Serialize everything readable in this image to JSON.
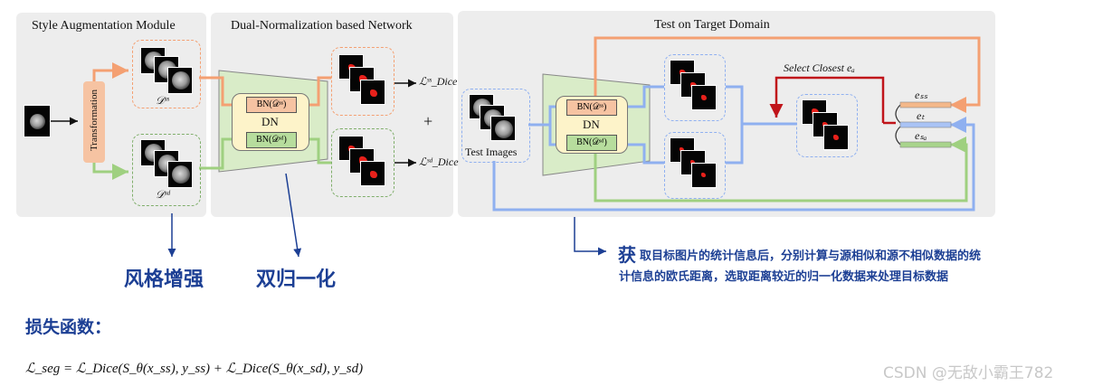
{
  "panels": {
    "style_aug_title": "Style Augmentation Module",
    "dual_norm_title": "Dual-Normalization based Network",
    "target_title": "Test on Target Domain"
  },
  "style_aug": {
    "transformation_label": "Transformation",
    "dss_label": "𝒟ˢˢ",
    "dsd_label": "𝒟ˢᵈ"
  },
  "network": {
    "bn_ss": "BN(𝒟ˢˢ)",
    "bn_sd": "BN(𝒟ˢᵈ)",
    "dn_label": "DN",
    "loss_ss": "ℒˢˢ_Dice",
    "loss_sd": "ℒˢᵈ_Dice",
    "plus": "+"
  },
  "target": {
    "test_images_label": "Test Images",
    "bn_ss": "BN(𝒟ˢˢ)",
    "bn_sd": "BN(𝒟ˢᵈ)",
    "dn_label": "DN",
    "select_closest": "Select Closest eₐ",
    "e_ss": "eₛₛ",
    "e_t": "eₜ",
    "e_sd": "eₛₐ"
  },
  "annotations": {
    "style_aug_cn": "风格增强",
    "dual_norm_cn": "双归一化",
    "explain_big_char": "获",
    "explain_line1": "取目标图片的统计信息后，分别计算与源相似和源不相似数据的统",
    "explain_line2": "计信息的欧氏距离，选取距离较近的归一化数据来处理目标数据",
    "loss_heading": "损失函数：",
    "loss_formula": "ℒ_seg = ℒ_Dice(S_θ(x_ss), y_ss) + ℒ_Dice(S_θ(x_sd), y_sd)",
    "watermark": "CSDN @无敌小霸王782"
  },
  "colors": {
    "orange": "#f4a072",
    "green": "#9fd080",
    "blue": "#8fb0f0",
    "red": "#c0141a",
    "cn_blue": "#1c3f94"
  }
}
